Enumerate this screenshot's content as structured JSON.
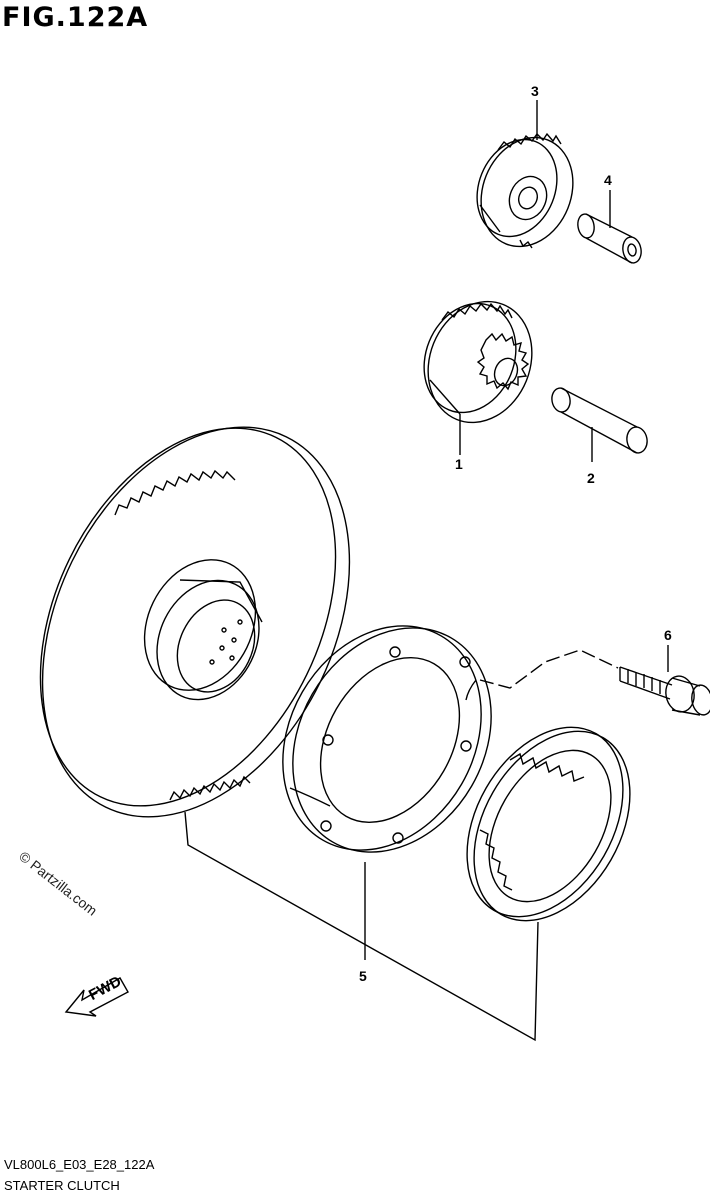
{
  "figure": {
    "title": "FIG.122A",
    "code": "VL800L6_E03_E28_122A",
    "name": "STARTER CLUTCH",
    "watermark": "© Partzilla.com",
    "direction_label": "FWD"
  },
  "callouts": [
    {
      "id": "1",
      "label": "1"
    },
    {
      "id": "2",
      "label": "2"
    },
    {
      "id": "3",
      "label": "3"
    },
    {
      "id": "4",
      "label": "4"
    },
    {
      "id": "5",
      "label": "5"
    },
    {
      "id": "6",
      "label": "6"
    }
  ]
}
